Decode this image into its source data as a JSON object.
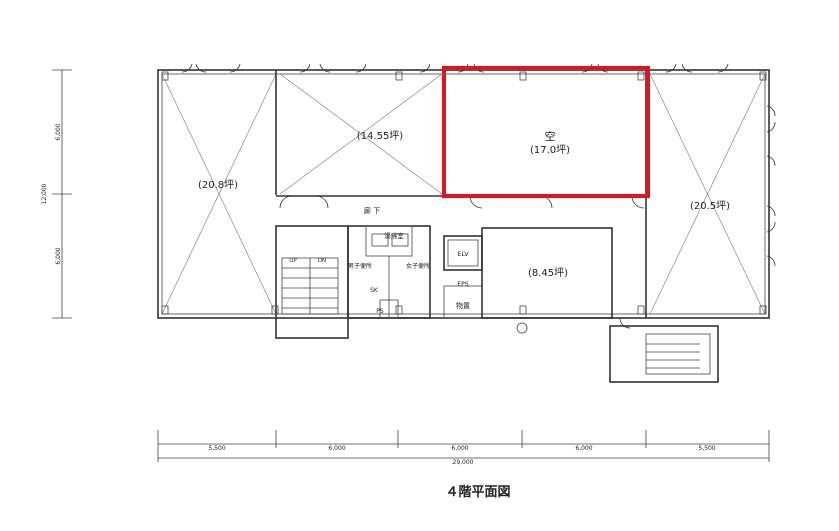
{
  "title": "４階平面図",
  "rooms": {
    "west": "(20.8坪)",
    "north": "(14.55坪)",
    "vacant_name": "空",
    "vacant_area": "(17.0坪)",
    "east": "(20.5坪)",
    "south": "(8.45坪)",
    "corridor": "廊  下",
    "kitchenette": "湯沸室",
    "mens_toilet": "男子便所",
    "womens_toilet": "女子便所",
    "elevator": "ELV",
    "storage": "物置",
    "sk": "SK",
    "ps": "PS",
    "ep": "EPS",
    "stair_up": "UP",
    "stair_dn": "DN"
  },
  "dimensions": {
    "horizontal": [
      "5,500",
      "6,000",
      "6,000",
      "6,000",
      "5,500"
    ],
    "total": "29,000",
    "vertical": [
      "6,000",
      "6,000"
    ],
    "vertical_total": "12,000"
  },
  "highlight_color": "#e0141e"
}
